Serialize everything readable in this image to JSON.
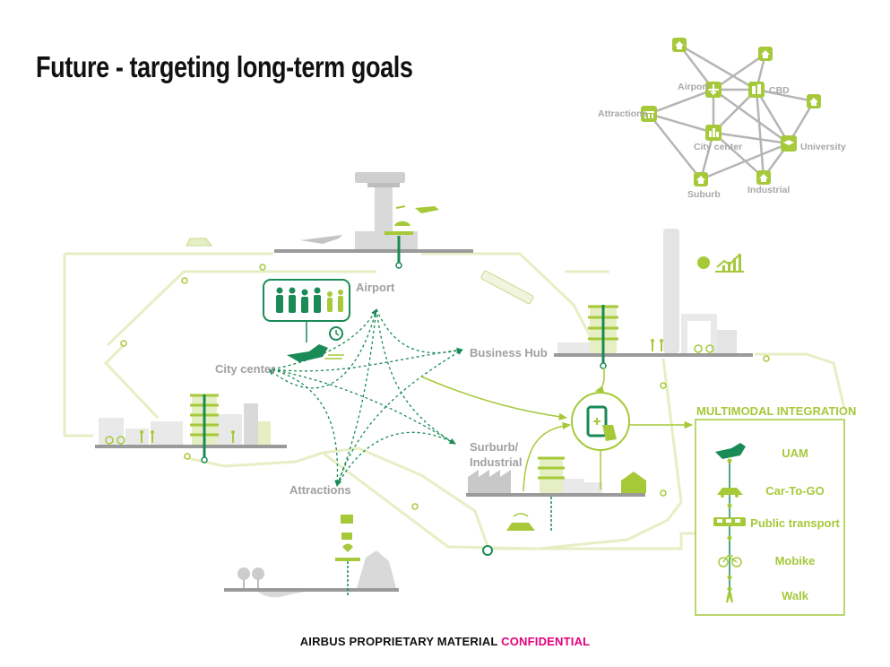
{
  "title": "Future - targeting long-term goals",
  "footer": {
    "main": "AIRBUS PROPRIETARY MATERIAL",
    "confidential": "CONFIDENTIAL"
  },
  "colors": {
    "lime": "#a6c93a",
    "light_lime": "#e6efc4",
    "teal": "#1a8a57",
    "gray": "#bdbdbd",
    "dark_gray": "#9a9a9a",
    "magenta": "#e2007a"
  },
  "network": {
    "nodes": [
      {
        "id": "airport",
        "label": "Airport",
        "icon": "plane-icon"
      },
      {
        "id": "cbd",
        "label": "CBD",
        "icon": "building-icon"
      },
      {
        "id": "attractions",
        "label": "Attractions",
        "icon": "museum-icon"
      },
      {
        "id": "city_center",
        "label": "City center",
        "icon": "city-icon"
      },
      {
        "id": "university",
        "label": "University",
        "icon": "graduation-cap-icon"
      },
      {
        "id": "suburb",
        "label": "Suburb",
        "icon": "house-icon"
      },
      {
        "id": "industrial",
        "label": "Industrial",
        "icon": "house-icon"
      }
    ]
  },
  "map": {
    "labels": {
      "airport": "Airport",
      "business_hub": "Business Hub",
      "city_center": "City center",
      "suburb": "Surburb/",
      "industrial": "Industrial",
      "attractions": "Attractions"
    }
  },
  "multimodal": {
    "title": "MULTIMODAL INTEGRATION",
    "modes": [
      {
        "label": "UAM",
        "icon": "uam-icon"
      },
      {
        "label": "Car-To-GO",
        "icon": "car-icon"
      },
      {
        "label": "Public transport",
        "icon": "bus-icon"
      },
      {
        "label": "Mobike",
        "icon": "bicycle-icon"
      },
      {
        "label": "Walk",
        "icon": "walk-icon"
      }
    ]
  }
}
